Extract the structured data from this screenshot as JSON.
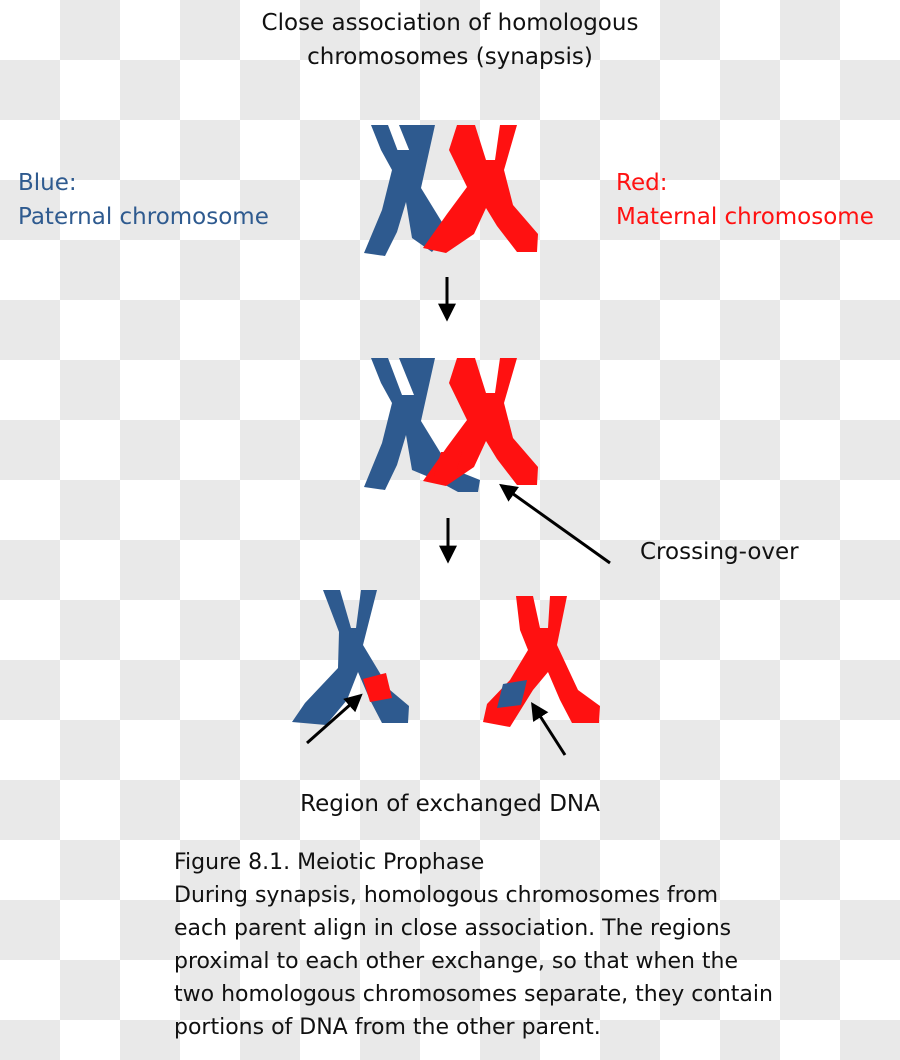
{
  "title": {
    "line1": "Close association of homologous",
    "line2": "chromosomes (synapsis)"
  },
  "legend": {
    "blue": {
      "label": "Blue:",
      "description": "Paternal chromosome",
      "color": "#2e5a8f"
    },
    "red": {
      "label": "Red:",
      "description": "Maternal chromosome",
      "color": "#ff1111"
    }
  },
  "labels": {
    "crossing_over": "Crossing-over",
    "exchanged_region": "Region of exchanged DNA"
  },
  "caption": {
    "heading": "Figure 8.1. Meiotic Prophase",
    "lines": [
      "During synapsis, homologous chromosomes from",
      "each parent align in close association. The regions",
      "proximal to each other exchange, so that when the",
      "two homologous chromosomes separate, they contain",
      "portions of DNA from the other parent."
    ]
  },
  "icons": [
    "down-arrow-icon",
    "pointer-arrow-icon"
  ]
}
